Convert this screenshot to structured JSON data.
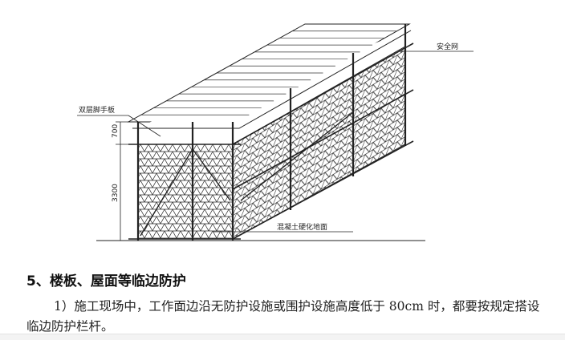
{
  "figure": {
    "labels": {
      "safety_net": "安全网",
      "double_scaffold_board": "双层脚手板",
      "concrete_ground": "混凝土硬化地面",
      "dim_700": "700",
      "dim_3300": "3300"
    }
  },
  "section": {
    "heading": "5、楼板、屋面等临边防护",
    "paragraph": "1）施工现场中，工作面边沿无防护设施或围护设施高度低于 80cm 时，都要按规定搭设临边防护栏杆。"
  }
}
